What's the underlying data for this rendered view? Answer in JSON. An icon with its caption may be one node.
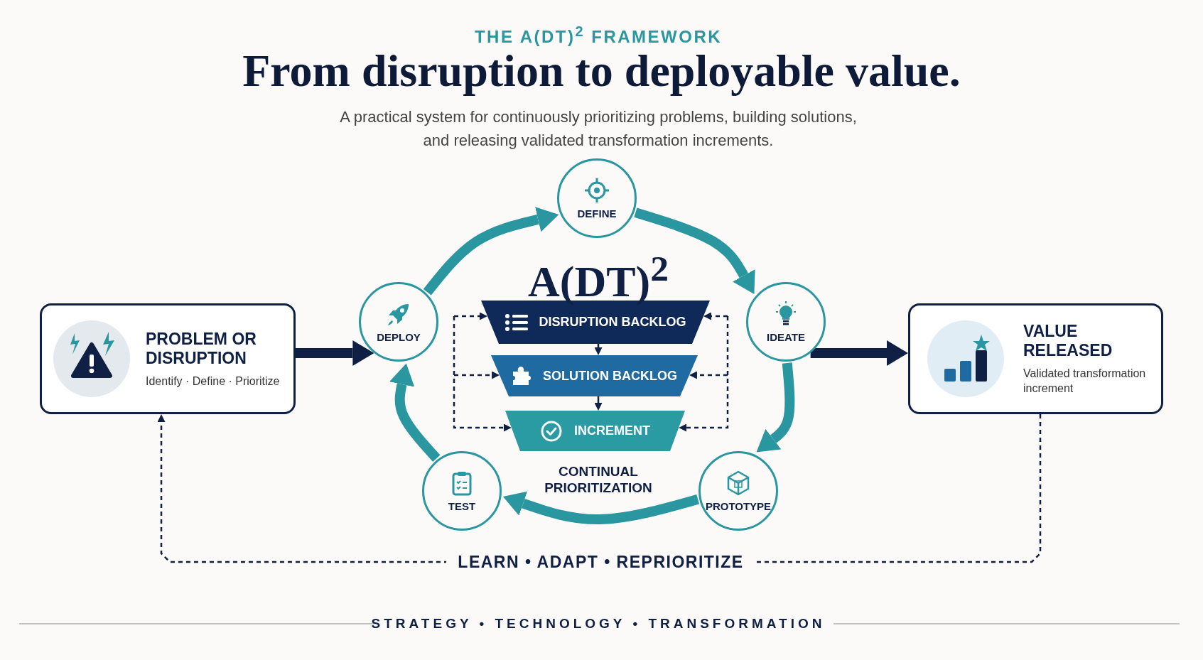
{
  "diagram": {
    "title": "From disruption to deployable value.",
    "nodes": [
      {
        "text": [
          "PROBLEM OR DISRUPTION",
          "Identify · Define · Prioritize"
        ]
      },
      {
        "text": [
          "DEPLOY"
        ]
      },
      {
        "text": [
          "DEFINE"
        ]
      },
      {
        "text": [
          "IDEATE"
        ]
      },
      {
        "text": [
          "PROTOTYPE"
        ]
      },
      {
        "text": [
          "TEST"
        ]
      },
      {
        "text": [
          "DISRUPTION BACKLOG"
        ]
      },
      {
        "text": [
          "SOLUTION BACKLOG"
        ]
      },
      {
        "text": [
          "INCREMENT"
        ]
      },
      {
        "text": [
          "VALUE RELEASED",
          "Validated transformation increment"
        ]
      }
    ],
    "edges": [
      {
        "from": 0,
        "to": 1,
        "arrow": "to",
        "style": "thick"
      },
      {
        "from": 1,
        "to": 2,
        "arrow": "to",
        "style": "thick",
        "color": "#2a969f"
      },
      {
        "from": 2,
        "to": 3,
        "arrow": "to",
        "style": "thick",
        "color": "#2a969f"
      },
      {
        "from": 3,
        "to": 4,
        "arrow": "to",
        "style": "thick",
        "color": "#2a969f"
      },
      {
        "from": 4,
        "to": 5,
        "arrow": "to",
        "style": "thick",
        "color": "#2a969f"
      },
      {
        "from": 5,
        "to": 1,
        "arrow": "to",
        "style": "thick",
        "color": "#2a969f"
      },
      {
        "from": 3,
        "to": 9,
        "arrow": "to",
        "style": "thick"
      },
      {
        "from": 6,
        "to": 7,
        "arrow": "to"
      },
      {
        "from": 7,
        "to": 8,
        "arrow": "to"
      },
      {
        "from": null,
        "to": 6,
        "arrow": "to",
        "style": "dashed"
      },
      {
        "from": null,
        "to": 7,
        "arrow": "to",
        "style": "dashed"
      },
      {
        "from": null,
        "to": 8,
        "arrow": "to",
        "style": "dashed"
      },
      {
        "from": null,
        "to": 6,
        "arrow": "to",
        "style": "dashed"
      },
      {
        "from": null,
        "to": 7,
        "arrow": "to",
        "style": "dashed"
      },
      {
        "from": null,
        "to": 8,
        "arrow": "to",
        "style": "dashed"
      },
      {
        "from": 9,
        "to": 0,
        "arrow": "to",
        "style": "dashed",
        "label": "LEARN • ADAPT • REPRIORITIZE"
      }
    ],
    "labels": [
      "THE A(DT)$^{2}$ FRAMEWORK",
      "A practical system for continuously prioritizing problems, building solutions, and releasing validated transformation increments.",
      "A(DT)$^{2}$",
      "CONTINUAL PRIORITIZATION",
      "STRATEGY • TECHNOLOGY • TRANSFORMATION"
    ]
  }
}
